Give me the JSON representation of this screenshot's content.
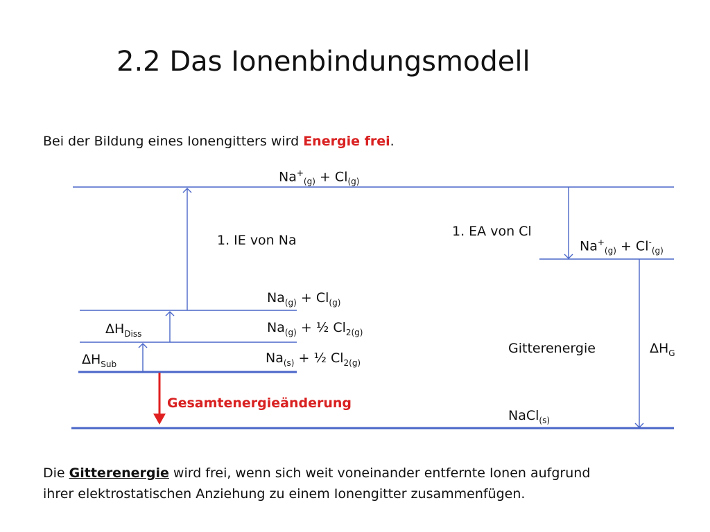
{
  "title": "2.2 Das Ionenbindungsmodell",
  "intro": {
    "before": "Bei der Bildung eines Ionengitters wird",
    "highlight": "Energie frei",
    "after": "."
  },
  "levels": {
    "top": {
      "ion1": "Na",
      "charge1": "+",
      "phase1": "(g)",
      "plus": "+",
      "ion2": "Cl",
      "phase2": "(g)"
    },
    "ea_product": {
      "ion1": "Na",
      "charge1": "+",
      "phase1": "(g)",
      "plus": "+",
      "ion2": "Cl",
      "charge2": "-",
      "phase2": "(g)"
    },
    "atoms": {
      "ion1": "Na",
      "phase1": "(g)",
      "plus": "+",
      "ion2": "Cl",
      "phase2": "(g)"
    },
    "dissociation": {
      "ion1": "Na",
      "phase1": "(g)",
      "plus": "+ ½",
      "ion2": "Cl",
      "sub2": "2(g)"
    },
    "elements": {
      "ion1": "Na",
      "phase1": "(s)",
      "plus": "+ ½",
      "ion2": "Cl",
      "sub2": "2(g)"
    },
    "salt": {
      "name": "NaCl",
      "phase": "(s)"
    }
  },
  "labels": {
    "ie": "1. IE von Na",
    "ea": "1. EA von Cl",
    "diss": {
      "symbol": "ΔH",
      "sub": "Diss"
    },
    "sub": {
      "symbol": "ΔH",
      "sub": "Sub"
    },
    "lattice": "Gitterenergie",
    "lattice_dh": {
      "symbol": "ΔH",
      "sub": "G"
    },
    "total": "Gesamtenergieänderung"
  },
  "bottom": {
    "line1_before": "Die",
    "line1_term": "Gitterenergie",
    "line1_after": "wird frei, wenn sich weit voneinander entfernte Ionen aufgrund",
    "line2": "ihrer elektrostatischen Anziehung zu einem Ionengitter zusammenfügen."
  },
  "colors": {
    "level_line": "#4a66c8",
    "arrow": "#4a66c8",
    "red_arrow": "#e02020",
    "highlight": "#d92020"
  }
}
